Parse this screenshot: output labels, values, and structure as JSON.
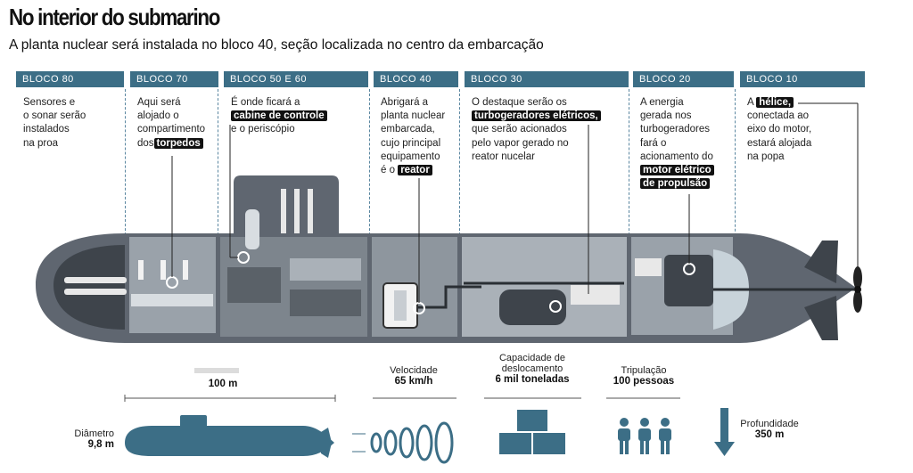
{
  "title": "No interior do submarino",
  "subtitle": "A planta nuclear será instalada no bloco 40, seção localizada no centro da embarcação",
  "blocks": [
    {
      "label": "BLOCO  80",
      "text": [
        "Sensores e",
        "o sonar serão",
        "instalados",
        "na proa"
      ]
    },
    {
      "label": "BLOCO  70",
      "text": [
        "Aqui será",
        "alojado o",
        "compartimento"
      ],
      "pre": "dos",
      "highlight": "torpedos"
    },
    {
      "label": "BLOCO  50 E 60",
      "text": [
        "É onde ficará a"
      ],
      "highlight": "cabine de controle",
      "post": "e o periscópio"
    },
    {
      "label": "BLOCO  40",
      "text": [
        "Abrigará a",
        "planta nuclear",
        "embarcada,",
        "cujo principal",
        "equipamento"
      ],
      "pre": "é o",
      "highlight": "reator"
    },
    {
      "label": "BLOCO  30",
      "text": [
        "O destaque serão os"
      ],
      "highlight": "turbogeradores elétricos,",
      "post_lines": [
        "que serão acionados",
        "pelo vapor gerado no",
        "reator nucelar"
      ]
    },
    {
      "label": "BLOCO  20",
      "text": [
        "A energia",
        "gerada nos",
        "turbogeradores",
        "fará o",
        "acionamento do"
      ],
      "highlight": "motor elétrico",
      "highlight2": "de propulsão"
    },
    {
      "label": "BLOCO  10",
      "pre": "A",
      "highlight": "hélice,",
      "post_lines": [
        "conectada ao",
        "eixo do motor,",
        "estará alojada",
        "na popa"
      ]
    }
  ],
  "stats": {
    "length": {
      "value": "100 m"
    },
    "diameter": {
      "label": "Diâmetro",
      "value": "9,8 m"
    },
    "speed": {
      "label": "Velocidade",
      "value": "65 km/h"
    },
    "displacement": {
      "label1": "Capacidade de",
      "label2": "deslocamento",
      "value": "6 mil toneladas"
    },
    "crew": {
      "label": "Tripulação",
      "value": "100 pessoas"
    },
    "depth": {
      "label": "Profundidade",
      "value": "350 m"
    }
  },
  "colors": {
    "accent": "#3c6e86",
    "hull": "#5f6670",
    "hull_dark": "#3e444b",
    "icon": "#3c6e86"
  }
}
